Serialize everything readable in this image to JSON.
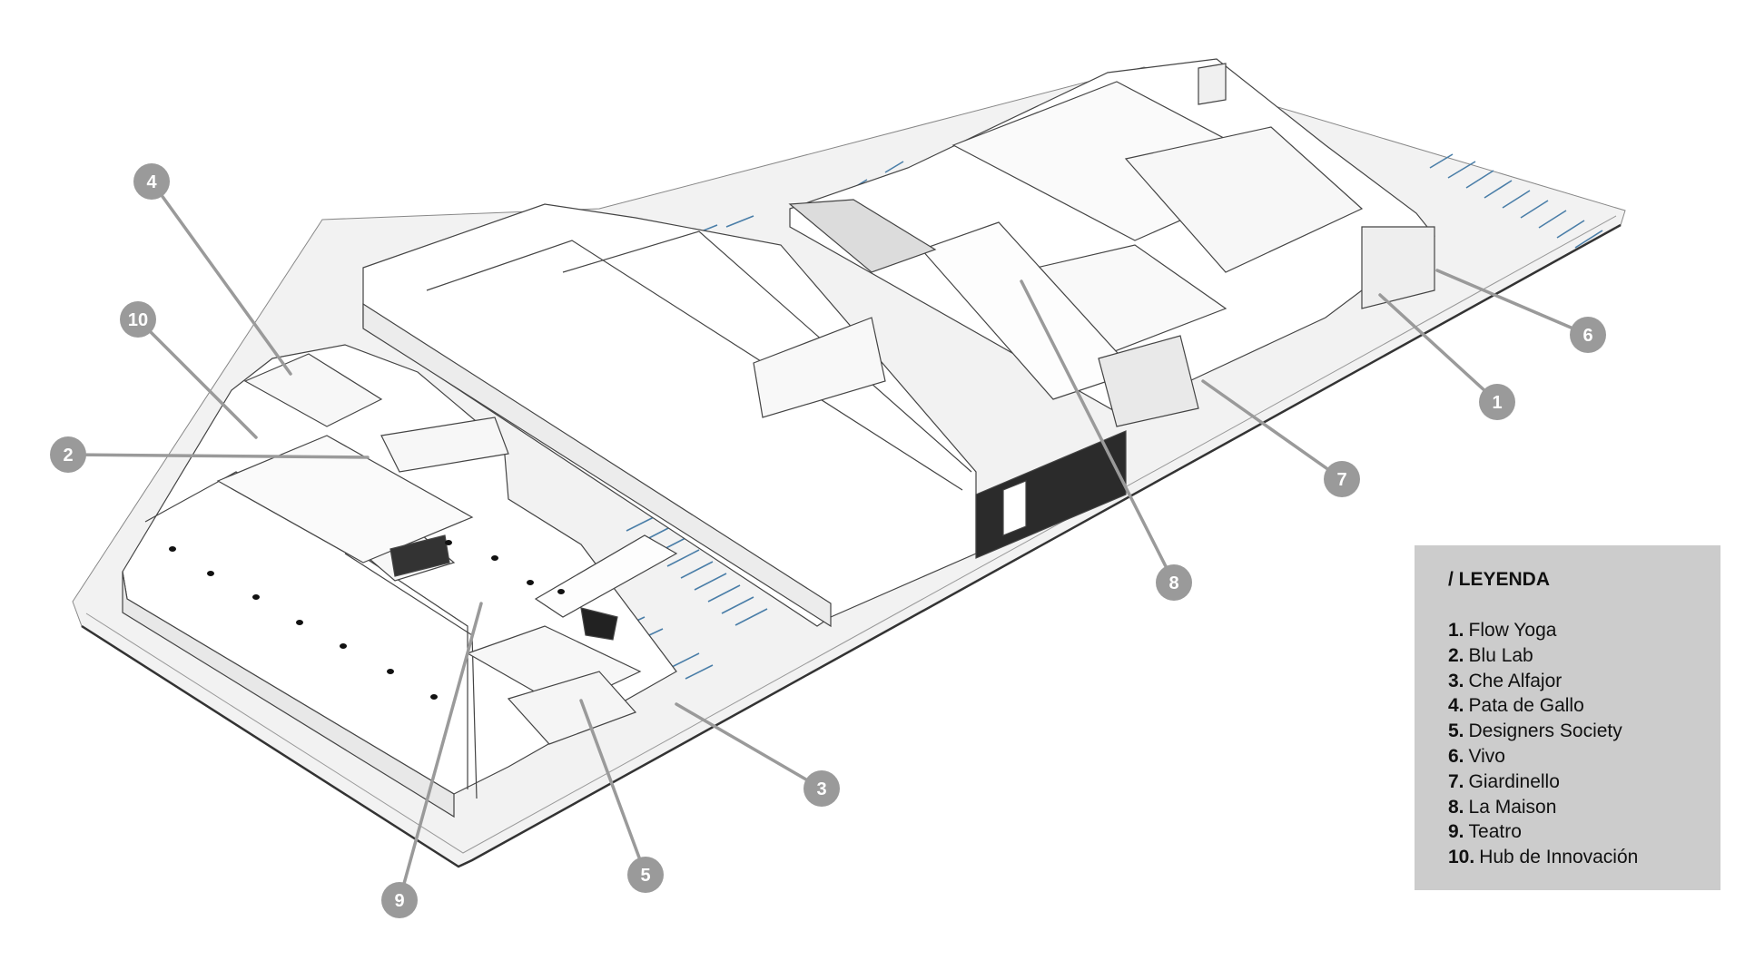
{
  "legend": {
    "title": "/ LEYENDA",
    "items": [
      {
        "num": "1.",
        "label": "Flow Yoga"
      },
      {
        "num": "2.",
        "label": "Blu Lab"
      },
      {
        "num": "3.",
        "label": "Che Alfajor"
      },
      {
        "num": "4.",
        "label": "Pata de Gallo"
      },
      {
        "num": "5.",
        "label": "Designers Society"
      },
      {
        "num": "6.",
        "label": "Vivo"
      },
      {
        "num": "7.",
        "label": "Giardinello"
      },
      {
        "num": "8.",
        "label": "La Maison"
      },
      {
        "num": "9.",
        "label": "Teatro"
      },
      {
        "num": "10.",
        "label": "Hub de Innovación"
      }
    ]
  },
  "callouts": {
    "c1": "1",
    "c2": "2",
    "c3": "3",
    "c4": "4",
    "c5": "5",
    "c6": "6",
    "c7": "7",
    "c8": "8",
    "c9": "9",
    "c10": "10"
  },
  "colors": {
    "callout_fill": "#9a9a9a",
    "legend_bg": "#cccccc",
    "linework": "#555555",
    "parking_lines": "#4a7ea8",
    "dark_facade": "#2b2b2b"
  }
}
